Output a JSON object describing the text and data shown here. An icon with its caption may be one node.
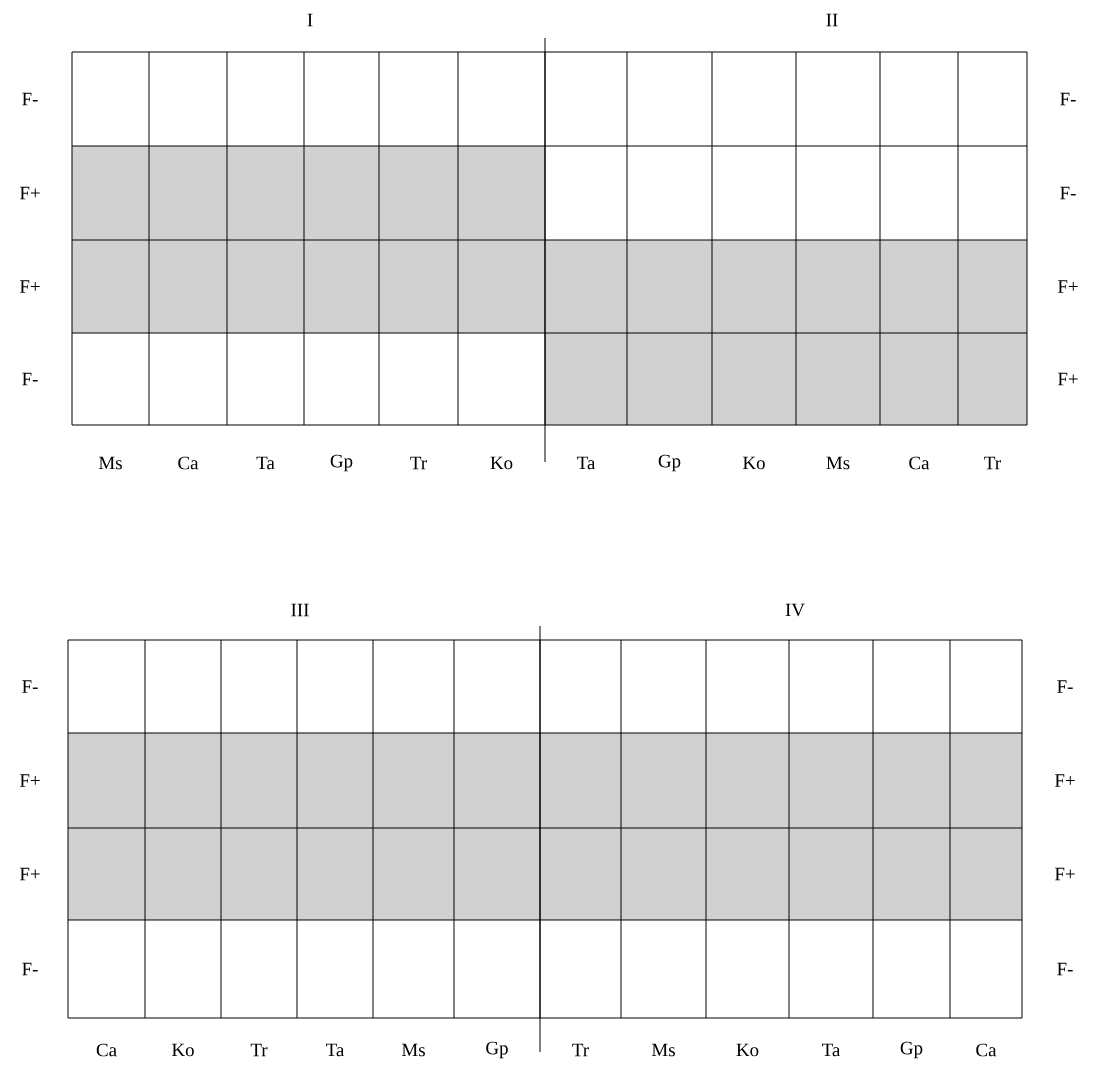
{
  "diagram": {
    "labels": [
      "I",
      "II",
      "F-",
      "F-",
      "F+",
      "F-",
      "F+",
      "F+",
      "F-",
      "F+",
      "Ms",
      "Ca",
      "Ta",
      "Gp",
      "Tr",
      "Ko",
      "Ta",
      "Gp",
      "Ko",
      "Ms",
      "Ca",
      "Tr",
      "III",
      "IV",
      "F-",
      "F-",
      "F+",
      "F+",
      "F+",
      "F+",
      "F-",
      "F-",
      "Ca",
      "Ko",
      "Tr",
      "Ta",
      "Ms",
      "Gp",
      "Tr",
      "Ms",
      "Ko",
      "Ta",
      "Gp",
      "Ca"
    ]
  }
}
